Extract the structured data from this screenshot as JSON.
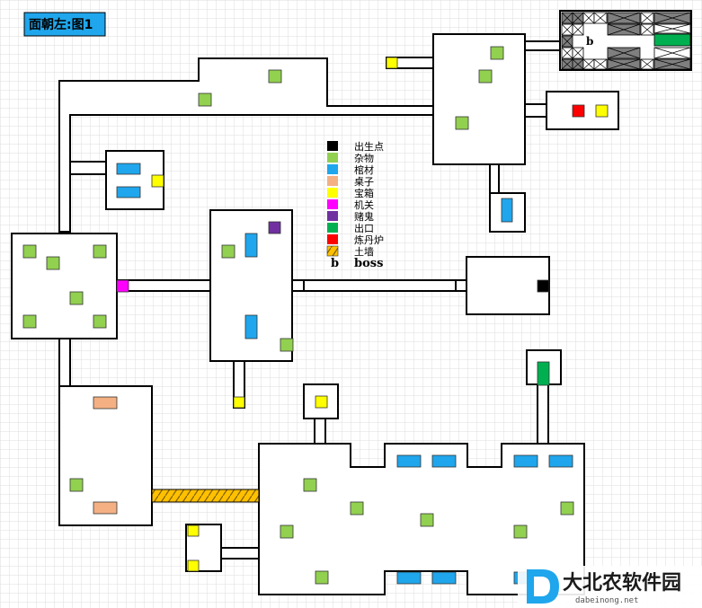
{
  "title": "面朝左:图1",
  "boss_marker": "b",
  "colors": {
    "spawn": "#000000",
    "debris": "#92d050",
    "coffin": "#1fa6ec",
    "table": "#f4b083",
    "chest": "#ffff00",
    "trap": "#ff00ff",
    "gambler": "#7030a0",
    "exit": "#00b050",
    "furnace": "#ff0000",
    "earthwall": "#ffc000",
    "title_bg": "#1fa6ec",
    "grid": "#d9d9d9"
  },
  "legend": [
    {
      "key": "spawn",
      "label": "出生点"
    },
    {
      "key": "debris",
      "label": "杂物"
    },
    {
      "key": "coffin",
      "label": "棺材"
    },
    {
      "key": "table",
      "label": "桌子"
    },
    {
      "key": "chest",
      "label": "宝箱"
    },
    {
      "key": "trap",
      "label": "机关"
    },
    {
      "key": "gambler",
      "label": "赌鬼"
    },
    {
      "key": "exit",
      "label": "出口"
    },
    {
      "key": "furnace",
      "label": "炼丹炉"
    },
    {
      "key": "earthwall",
      "label": "土墙"
    }
  ],
  "legend_boss": {
    "symbol": "b",
    "label": "boss"
  },
  "watermark": {
    "text": "大北农软件园",
    "sub": "dabeinong.net",
    "logo": "D"
  }
}
